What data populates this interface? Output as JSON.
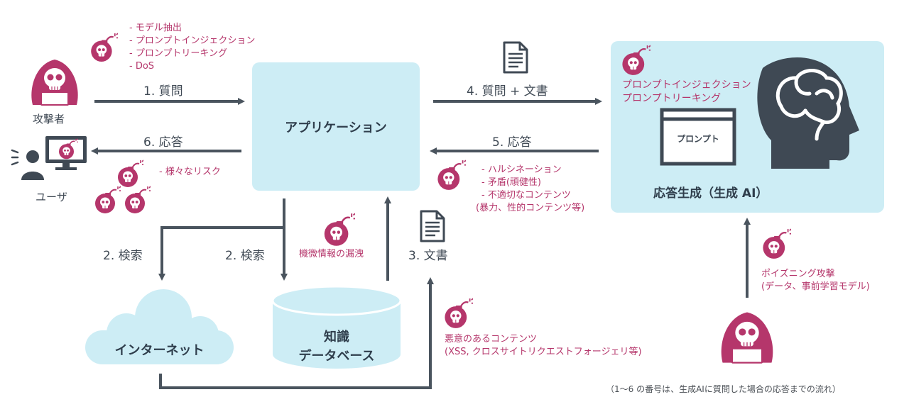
{
  "actors": {
    "attacker": "攻撃者",
    "user": "ユーザ"
  },
  "attacker_threats": [
    "- モデル抽出",
    "- プロンプトインジェクション",
    "- プロンプトリーキング",
    "- DoS"
  ],
  "app": {
    "title": "アプリケーション"
  },
  "ai": {
    "title": "応答生成（生成 AI）",
    "threats": [
      "プロンプトインジェクション",
      "プロンプトリーキング"
    ],
    "prompt_label": "プロンプト"
  },
  "flows": {
    "step1": "1. 質問",
    "step6": "6. 応答",
    "step4": "4. 質問 + 文書",
    "step5": "5. 応答",
    "step2a": "2. 検索",
    "step2b": "2. 検索",
    "step3": "3. 文書"
  },
  "user_risk": "- 様々なリスク",
  "output_threats": [
    "- ハルシネーション",
    "- 矛盾(頑健性)",
    "- 不適切なコンテンツ",
    "(暴力、性的コンテンツ等)"
  ],
  "leak": "機微情報の漏洩",
  "internet": "インターネット",
  "database": {
    "line1": "知識",
    "line2": "データベース"
  },
  "malicious": [
    "悪意のあるコンテンツ",
    "(XSS, クロスサイトリクエストフォージェリ等)"
  ],
  "poisoning": [
    "ポイズニング攻撃",
    "(データ、事前学習モデル)"
  ],
  "footnote": "（1～6 の番号は、生成AIに質問した場合の応答までの流れ）",
  "colors": {
    "threat": "#b5366b",
    "box": "#cdedf5",
    "arrow": "#4a545e"
  }
}
